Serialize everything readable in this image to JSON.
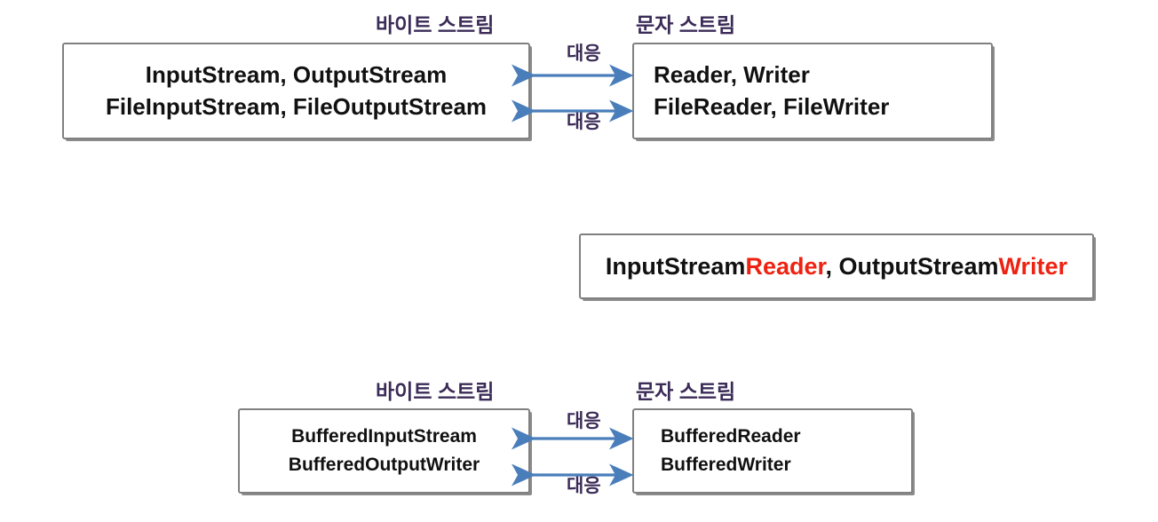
{
  "diagram": {
    "captions": {
      "byte_stream": "바이트 스트림",
      "char_stream": "문자 스트림"
    },
    "arrow_label": "대응",
    "colors": {
      "caption_text": "#3B2B57",
      "box_border": "#808080",
      "arrow": "#4A7EBB",
      "highlight": "#EE2211",
      "body_text": "#111111",
      "background": "#FFFFFF"
    },
    "top_group": {
      "left_box": {
        "line1": "InputStream, OutputStream",
        "line2": "FileInputStream, FileOutputStream"
      },
      "right_box": {
        "line1": "Reader, Writer",
        "line2": "FileReader, FileWriter"
      },
      "label_upper": "대응",
      "label_lower": "대응"
    },
    "middle_group": {
      "box": {
        "part1_plain": "InputStream",
        "part1_highlight": "Reader",
        "separator": ", ",
        "part2_plain": "OutputStream",
        "part2_highlight": "Writer"
      }
    },
    "bottom_group": {
      "left_box": {
        "line1": "BufferedInputStream",
        "line2": "BufferedOutputWriter"
      },
      "right_box": {
        "line1": "BufferedReader",
        "line2": "BufferedWriter"
      },
      "label_upper": "대응",
      "label_lower": "대응"
    }
  }
}
